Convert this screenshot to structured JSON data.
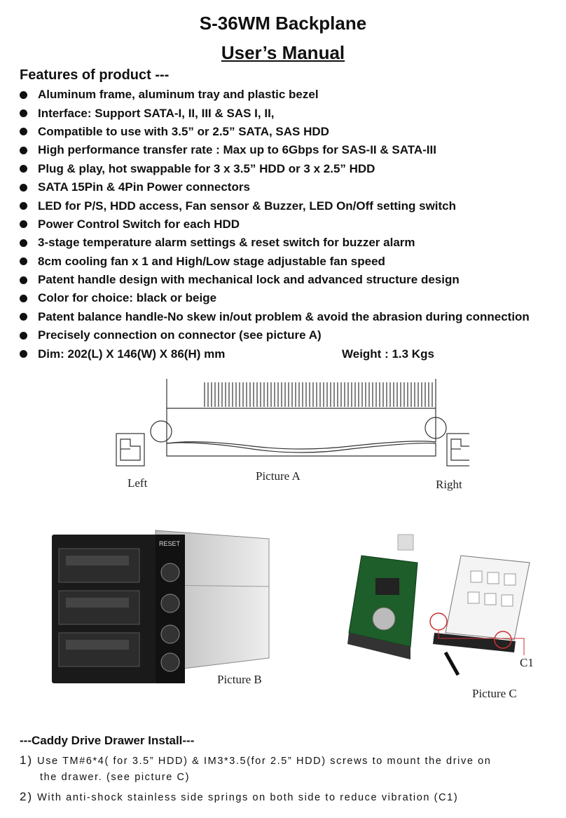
{
  "title": "S-36WM Backplane",
  "subtitle": "User’s Manual",
  "features_heading": "Features of product ---",
  "features": [
    "Aluminum frame, aluminum tray and plastic bezel",
    "Interface: Support SATA-I, II, III & SAS I, II,",
    "Compatible to use with 3.5” or 2.5” SATA, SAS HDD",
    "High performance transfer rate : Max up to 6Gbps for SAS-II & SATA-III",
    "Plug & play, hot swappable for 3 x 3.5” HDD or 3 x 2.5” HDD",
    "SATA 15Pin & 4Pin Power connectors",
    "LED for P/S, HDD access, Fan sensor & Buzzer, LED On/Off setting switch",
    "Power Control Switch for each HDD",
    "3-stage temperature alarm settings & reset switch for buzzer alarm",
    "8cm cooling fan x 1 and High/Low stage adjustable fan speed",
    "Patent handle design with mechanical lock and advanced structure design",
    "Color for choice: black or beige",
    "Patent balance handle-No skew in/out problem & avoid the abrasion during connection",
    "Precisely connection on connector (see picture A)"
  ],
  "dim_text": "Dim: 202(L) X 146(W) X 86(H) mm",
  "weight_text": "Weight : 1.3 Kgs",
  "picture_a": {
    "caption": "Picture A",
    "left": "Left",
    "right": "Right"
  },
  "picture_b": {
    "caption": "Picture B",
    "reset": "RESET"
  },
  "picture_c": {
    "caption": "Picture C",
    "callout": "C1"
  },
  "install_heading": "---Caddy Drive Drawer Install---",
  "steps": [
    {
      "num": "1)",
      "text": "Use TM#6*4( for 3.5” HDD) & IM3*3.5(for 2.5” HDD) screws to mount the drive on",
      "cont": "the drawer. (see picture C)"
    },
    {
      "num": "2)",
      "text": "With anti-shock stainless side springs on both side to reduce vibration (C1)"
    }
  ]
}
